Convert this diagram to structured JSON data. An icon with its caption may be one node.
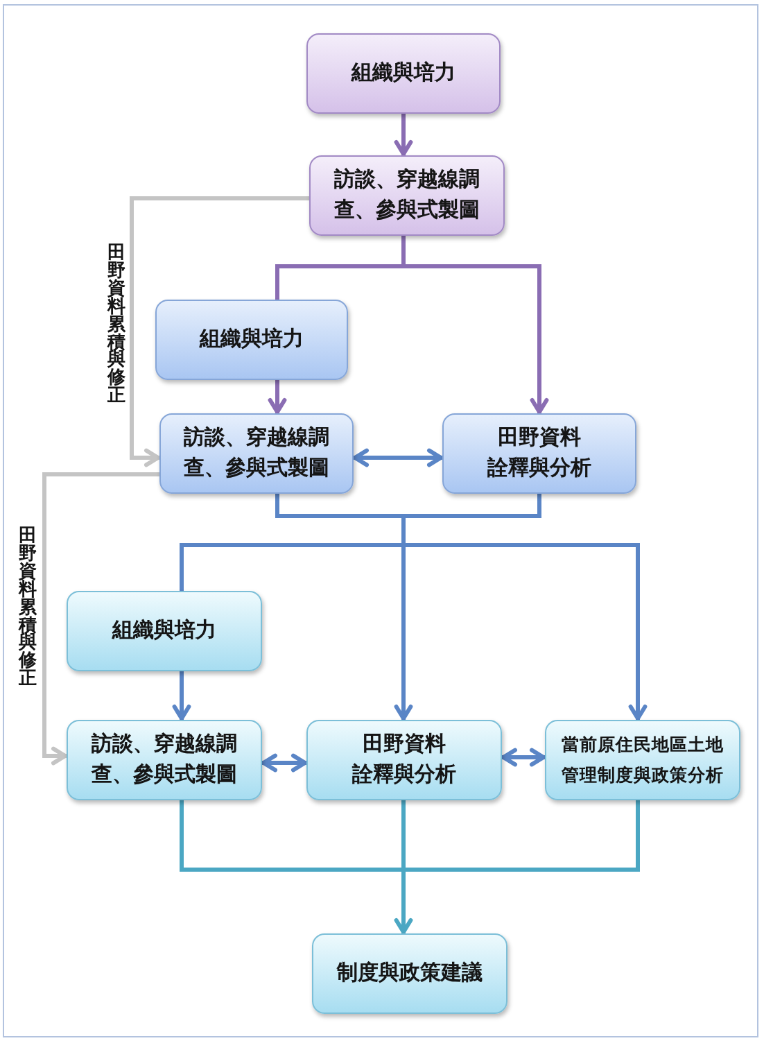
{
  "diagram": {
    "nodes": [
      {
        "text": [
          "組織與培力"
        ]
      },
      {
        "text": [
          "訪談、穿越線調查、參與式製圖"
        ]
      },
      {
        "text": [
          "組織與培力"
        ]
      },
      {
        "text": [
          "訪談、穿越線調查、參與式製圖"
        ]
      },
      {
        "text": [
          "田野資料詮釋與分析"
        ]
      },
      {
        "text": [
          "組織與培力"
        ]
      },
      {
        "text": [
          "訪談、穿越線調查、參與式製圖"
        ]
      },
      {
        "text": [
          "田野資料詮釋與分析"
        ]
      },
      {
        "text": [
          "當前原住民地區土地管理制度與政策分析"
        ]
      },
      {
        "text": [
          "制度與政策建議"
        ]
      }
    ],
    "edges": [
      {
        "from": 0,
        "to": 1,
        "arrow": "to",
        "color": "#8a6db3"
      },
      {
        "from": 1,
        "to": 2,
        "arrow": "none",
        "color": "#8a6db3"
      },
      {
        "from": 1,
        "to": 4,
        "arrow": "to",
        "color": "#8a6db3"
      },
      {
        "from": 2,
        "to": 3,
        "arrow": "to",
        "color": "#8a6db3"
      },
      {
        "from": 1,
        "to": 3,
        "arrow": "to",
        "label": "田野資料累積與修正",
        "color": "#c4c4c4"
      },
      {
        "from": 3,
        "to": 4,
        "arrow": "both"
      },
      {
        "from": 3,
        "to": 5,
        "arrow": "none"
      },
      {
        "from": 3,
        "to": 7,
        "arrow": "to"
      },
      {
        "from": 3,
        "to": 8,
        "arrow": "to"
      },
      {
        "from": 4,
        "to": 5,
        "arrow": "none"
      },
      {
        "from": 4,
        "to": 7,
        "arrow": "to"
      },
      {
        "from": 4,
        "to": 8,
        "arrow": "to"
      },
      {
        "from": 3,
        "to": 6,
        "arrow": "to",
        "label": "田野資料累積與修正",
        "color": "#c4c4c4"
      },
      {
        "from": 5,
        "to": 6,
        "arrow": "to"
      },
      {
        "from": 6,
        "to": 7,
        "arrow": "both"
      },
      {
        "from": 7,
        "to": 8,
        "arrow": "both"
      },
      {
        "from": 6,
        "to": 9,
        "arrow": "to",
        "color": "#4ba7c3"
      },
      {
        "from": 7,
        "to": 9,
        "arrow": "to",
        "color": "#4ba7c3"
      },
      {
        "from": 8,
        "to": 9,
        "arrow": "to",
        "color": "#4ba7c3"
      }
    ]
  }
}
